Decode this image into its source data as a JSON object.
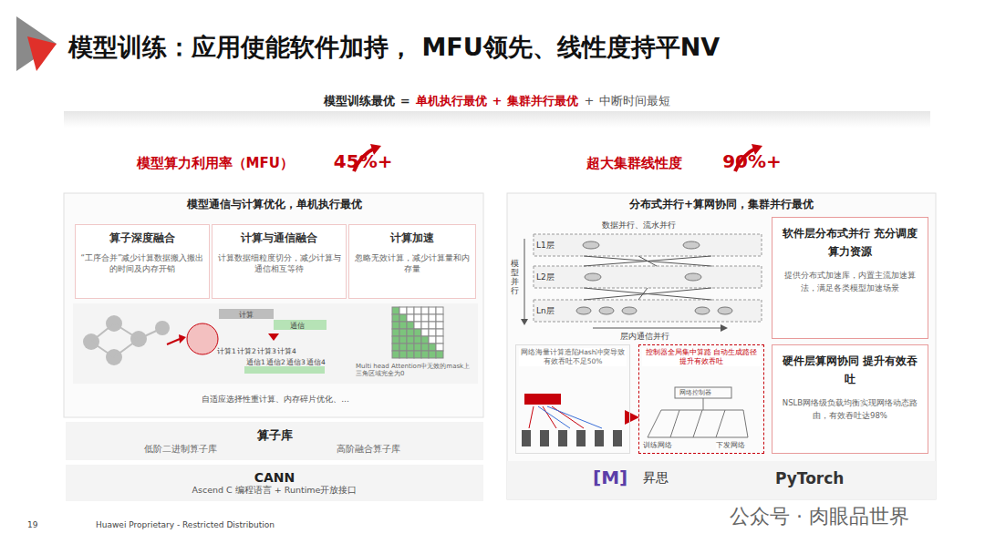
{
  "diagram": {
    "title": "模型训练：应用使能软件加持， MFU领先、线性度持平NV",
    "nodes": [
      {
        "text": [
          "模型通信与计算优化，单机执行最优"
        ]
      },
      {
        "text": [
          "算子深度融合",
          "“工序合并”减少计算数据搬入搬出的时间及内存开销"
        ],
        "in": 0
      },
      {
        "text": [
          "计算与通信融合",
          "计算数据细粒度切分，减少计算与通信相互等待"
        ],
        "in": 0
      },
      {
        "text": [
          "计算加速",
          "忽略无效计算，减少计算量和内存量"
        ],
        "in": 0
      },
      {
        "text": [
          "自适应选择性重计算、内存碎片优化、..."
        ],
        "in": 0
      },
      {
        "text": [
          "算子库",
          "低阶二进制算子库",
          "高阶融合算子库"
        ]
      },
      {
        "text": [
          "CANN",
          "Ascend C 编程语言 + Runtime开放接口"
        ]
      },
      {
        "text": [
          "分布式并行+算网协同，集群并行最优"
        ]
      },
      {
        "text": [
          "L1层"
        ],
        "in": 7
      },
      {
        "text": [
          "L2层"
        ],
        "in": 7
      },
      {
        "text": [
          "Ln层"
        ],
        "in": 7
      },
      {
        "text": [
          "软件层分布式并行 充分调度算力资源",
          "提供分布式加速库，内置主流加速算法，满足各类模型加速场景"
        ],
        "in": 7
      },
      {
        "text": [
          "网络海量计算造陷Hash冲突导致有效吞吐不足50%"
        ],
        "in": 7
      },
      {
        "text": [
          "控制器全局集中算路 自动生成路径提升有效吞吐"
        ],
        "in": 7
      },
      {
        "text": [
          "硬件层算网协同 提升有效吞吐",
          "NSLB网络级负载均衡实现网络动态路由，有效吞吐达98%"
        ],
        "in": 7
      }
    ],
    "edges": [
      {
        "from": 12,
        "to": 13,
        "arrow": "to"
      }
    ],
    "labels": [
      "模型训练最优",
      "=",
      "单机执行最优",
      "+",
      "集群并行最优",
      "+",
      "中断时间最短",
      "模型算力利用率（MFU）",
      "45%+",
      "超大集群线性度",
      "90%+",
      "计算",
      "通信",
      "计算1",
      "计算2",
      "计算3",
      "计算4",
      "通信1",
      "通信2",
      "通信3",
      "通信4",
      "Multi head Attention中无效的mask上三角区域完全为0",
      "数据并行、流水并行",
      "模型并行",
      "层内通信并行",
      "网络控制器",
      "训练网络",
      "下发网络",
      "[M]",
      "昇思",
      "PyTorch",
      "19",
      "Huawei Proprietary - Restricted Distribution",
      "公众号 · 肉眼品世界"
    ]
  }
}
